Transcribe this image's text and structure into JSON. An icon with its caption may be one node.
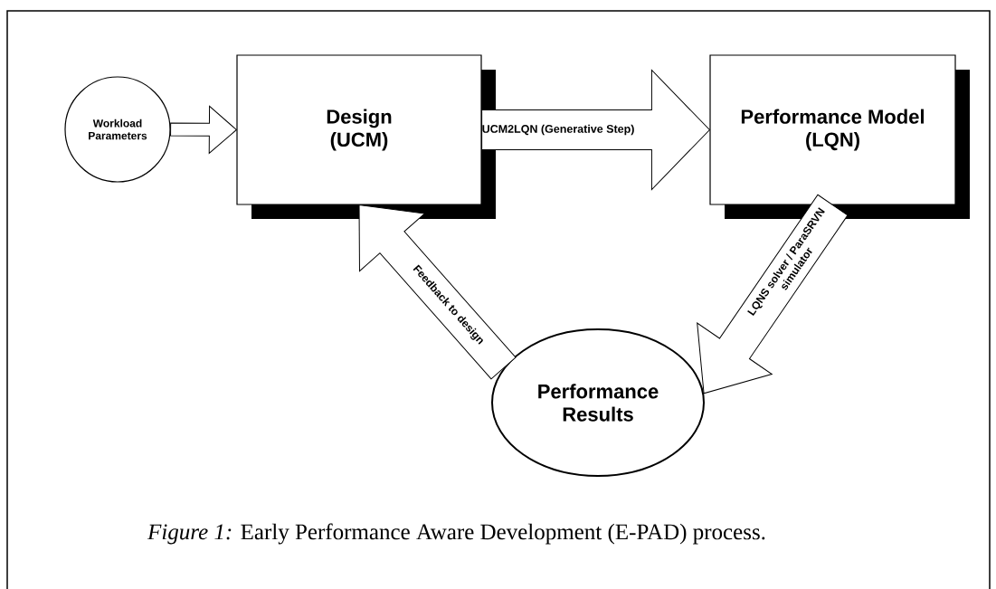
{
  "diagram": {
    "caption": "*Figure 1:* Early Performance Aware Development (E-PAD) process.",
    "nodes": [
      {
        "text": [
          "Workload Parameters"
        ]
      },
      {
        "text": [
          "Design (UCM)"
        ]
      },
      {
        "text": [
          "Performance Model (LQN)"
        ]
      },
      {
        "text": [
          "Performance Results"
        ]
      }
    ],
    "edges": [
      {
        "from": 0,
        "to": 1,
        "arrow": "to"
      },
      {
        "from": 1,
        "to": 2,
        "arrow": "to",
        "label": "UCM2LQN (Generative Step)"
      },
      {
        "from": 2,
        "to": 3,
        "arrow": "to",
        "label": "LQNS solver / ParaSRVN simulator"
      },
      {
        "from": 3,
        "to": 1,
        "arrow": "to",
        "label": "Feedback to design"
      }
    ]
  }
}
